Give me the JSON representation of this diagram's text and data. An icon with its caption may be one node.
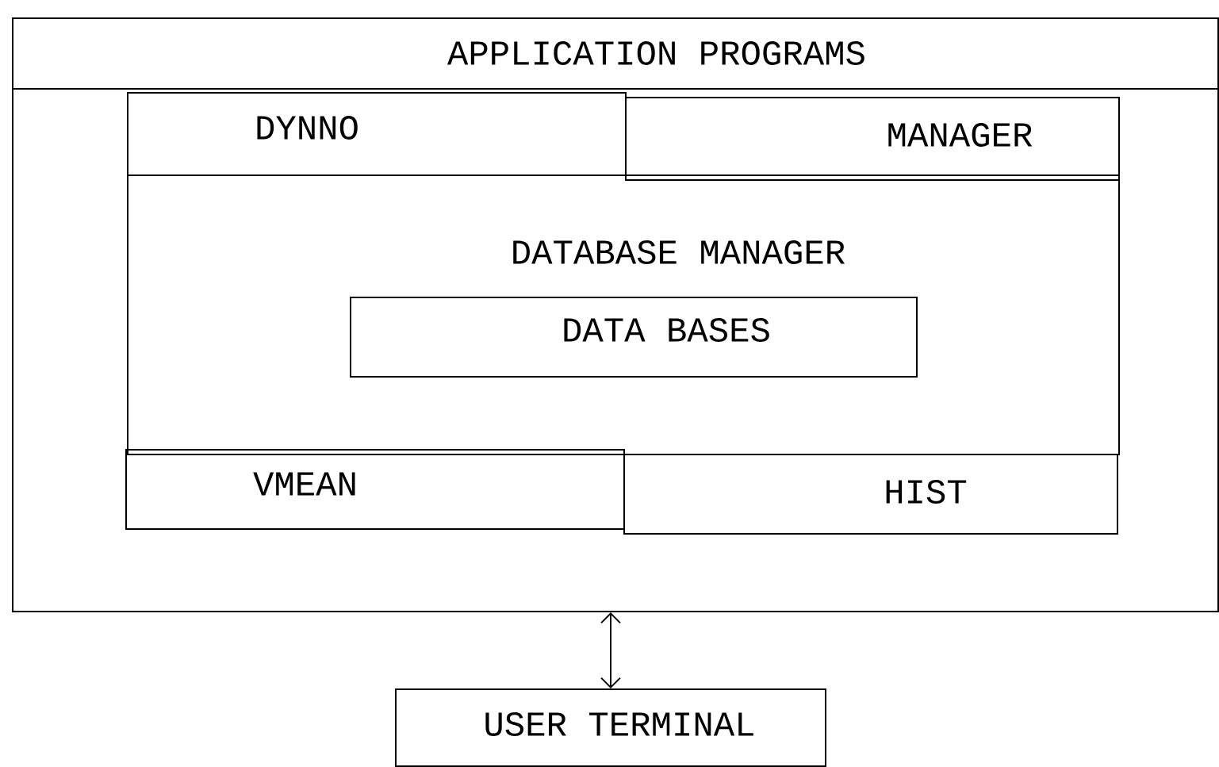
{
  "diagram": {
    "nodes": [
      {
        "text": [
          "APPLICATION PROGRAMS"
        ]
      },
      {
        "text": [
          "DYNNO"
        ],
        "in": 0
      },
      {
        "text": [
          "MANAGER"
        ],
        "in": 0
      },
      {
        "text": [
          "DATABASE MANAGER"
        ],
        "in": 0
      },
      {
        "text": [
          "DATA BASES"
        ],
        "in": 3
      },
      {
        "text": [
          "VMEAN"
        ],
        "in": 0
      },
      {
        "text": [
          "HIST"
        ],
        "in": 0
      },
      {
        "text": [
          "USER TERMINAL"
        ]
      }
    ],
    "edges": [
      {
        "from": 0,
        "to": 7,
        "arrow": "both"
      }
    ]
  }
}
